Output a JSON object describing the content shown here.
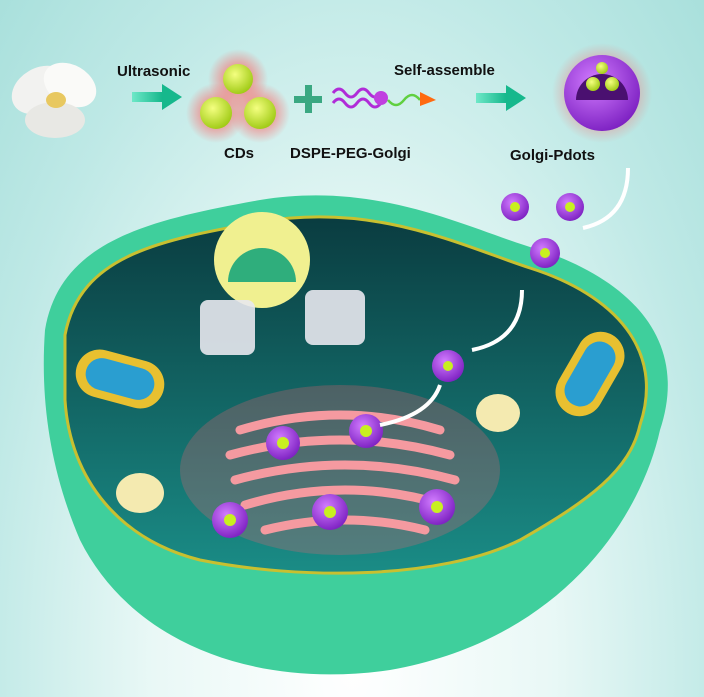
{
  "labels": {
    "ultrasonic": "Ultrasonic",
    "cds": "CDs",
    "dspe": "DSPE-PEG-Golgi",
    "self_assemble": "Self-assemble",
    "golgi_pdots": "Golgi-Pdots"
  },
  "colors": {
    "membrane": "#3fcf9c",
    "cytoplasm": "#0e5556",
    "golgi": "#f08a8e",
    "carbon_dot": "#c8f020",
    "pdot_shell": "#a040e0",
    "arrow": "#28c8a0"
  }
}
